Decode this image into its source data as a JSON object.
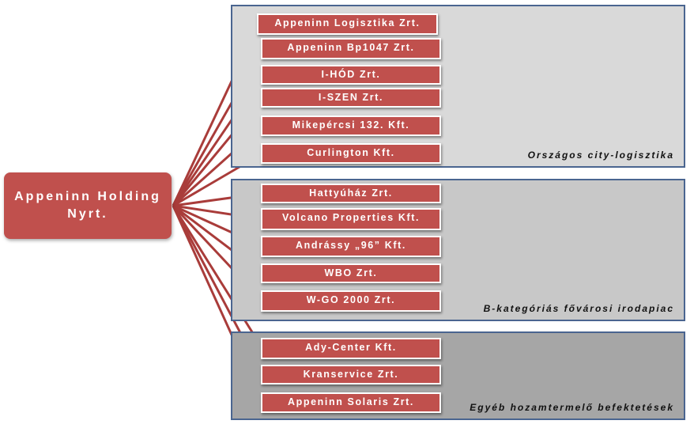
{
  "root": {
    "line1": "Appeninn Holding",
    "line2": "Nyrt."
  },
  "groups": [
    {
      "label": "Országos city-logisztika",
      "fill": "#d9d9d9"
    },
    {
      "label": "B-kategóriás fővárosi irodapiac",
      "fill": "#c8c8c8"
    },
    {
      "label": "Egyéb hozamtermelő befektetések",
      "fill": "#a6a6a6"
    }
  ],
  "companies": [
    "Appeninn Logisztika Zrt.",
    "Appeninn Bp1047 Zrt.",
    "I-HÓD Zrt.",
    "I-SZEN Zrt.",
    "Mikepércsi 132. Kft.",
    "Curlington Kft.",
    "Hattyúház Zrt.",
    "Volcano Properties Kft.",
    "Andrássy „96” Kft.",
    "WBO Zrt.",
    "W-GO 2000 Zrt.",
    "Ady-Center Kft.",
    "Kranservice Zrt.",
    "Appeninn Solaris Zrt."
  ],
  "colors": {
    "node": "#c0504d",
    "connector": "#a93c3a",
    "group_border": "#4a6590"
  }
}
